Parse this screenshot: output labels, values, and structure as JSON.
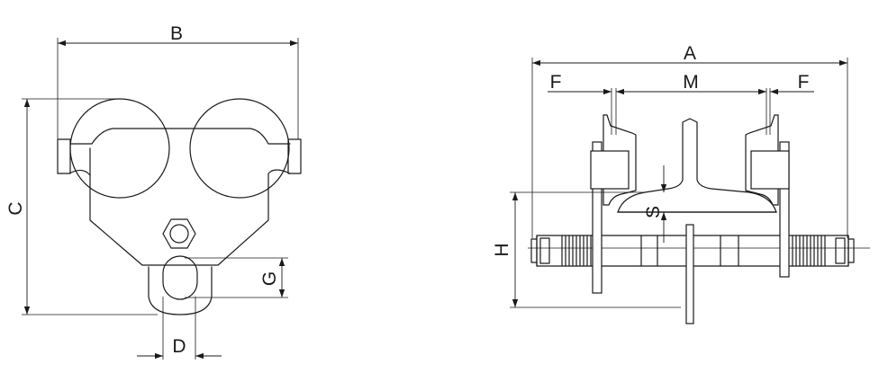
{
  "diagram": {
    "labels": {
      "A": "A",
      "B": "B",
      "C": "C",
      "D": "D",
      "F_left": "F",
      "F_right": "F",
      "G": "G",
      "H": "H",
      "M": "M",
      "S": "S"
    }
  }
}
